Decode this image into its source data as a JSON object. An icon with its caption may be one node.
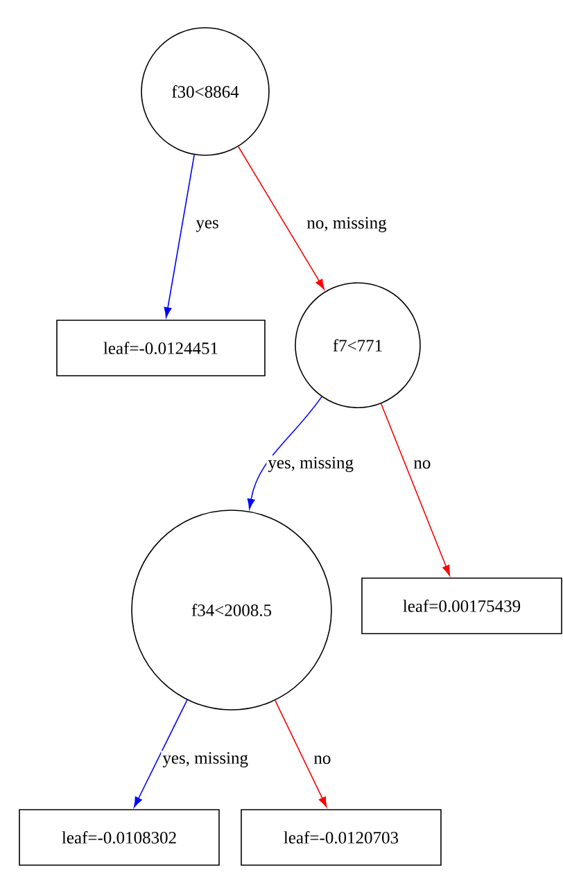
{
  "diagram": {
    "nodes": [
      {
        "text": [
          "f30<8864"
        ]
      },
      {
        "text": [
          "leaf=-0.0124451"
        ]
      },
      {
        "text": [
          "f7<771"
        ]
      },
      {
        "text": [
          "f34<2008.5"
        ]
      },
      {
        "text": [
          "leaf=0.00175439"
        ]
      },
      {
        "text": [
          "leaf=-0.0108302"
        ]
      },
      {
        "text": [
          "leaf=-0.0120703"
        ]
      }
    ],
    "edges": [
      {
        "from": 0,
        "to": 1,
        "arrow": "to",
        "label": "yes",
        "color": "#0000ff"
      },
      {
        "from": 0,
        "to": 2,
        "arrow": "to",
        "label": "no, missing",
        "color": "#ff0000"
      },
      {
        "from": 2,
        "to": 3,
        "arrow": "to",
        "label": "yes, missing",
        "color": "#0000ff"
      },
      {
        "from": 2,
        "to": 4,
        "arrow": "to",
        "label": "no",
        "color": "#ff0000"
      },
      {
        "from": 3,
        "to": 5,
        "arrow": "to",
        "label": "yes, missing",
        "color": "#0000ff"
      },
      {
        "from": 3,
        "to": 6,
        "arrow": "to",
        "label": "no",
        "color": "#ff0000"
      }
    ]
  }
}
